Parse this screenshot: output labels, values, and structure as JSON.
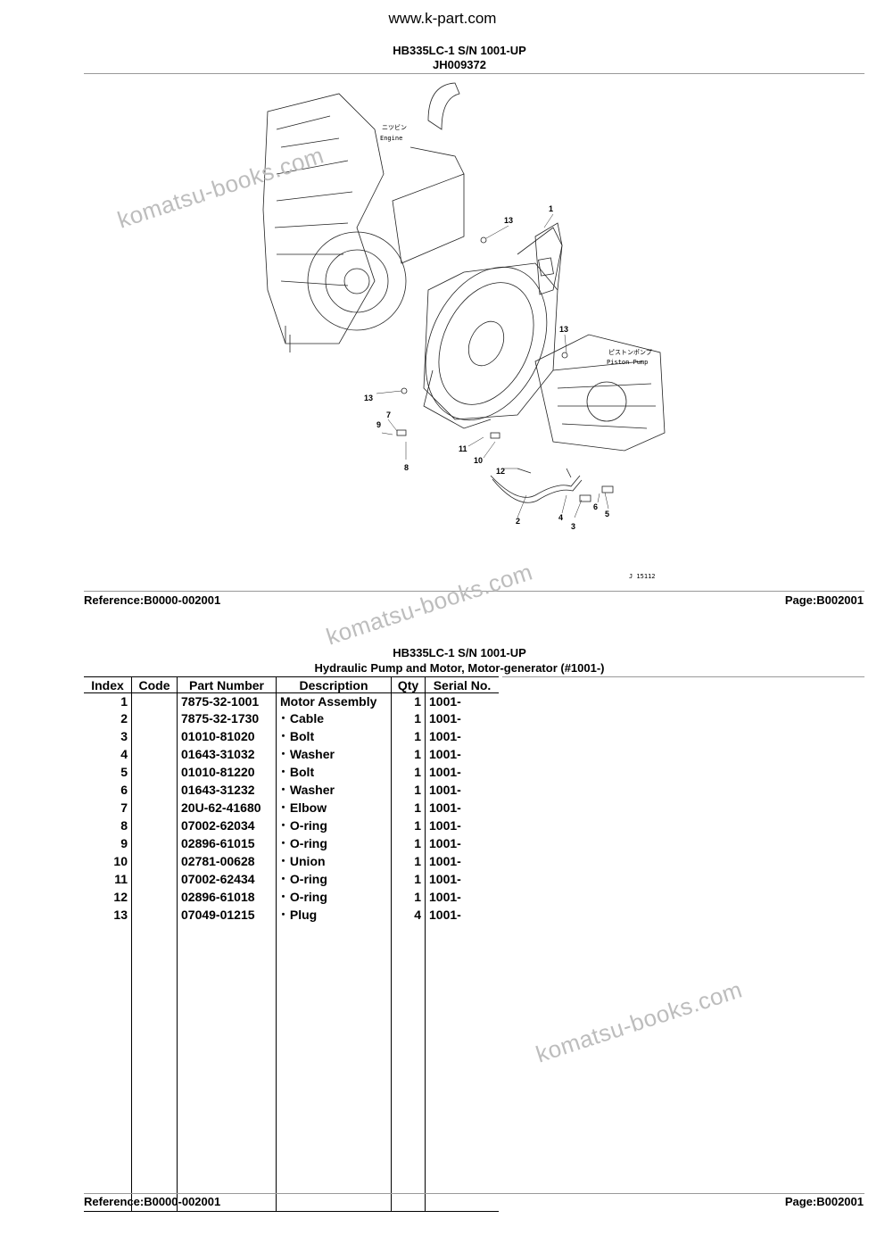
{
  "site": "www.k-part.com",
  "top": {
    "model": "HB335LC-1 S/N 1001-UP",
    "code": "JH009372"
  },
  "diagram": {
    "callouts": [
      "1",
      "13",
      "13",
      "13",
      "7",
      "9",
      "8",
      "11",
      "10",
      "12",
      "2",
      "4",
      "3",
      "6",
      "5"
    ],
    "jp_engine": "ニツビン",
    "label_engine": "Engine",
    "jp_piston": "ピストンポンプ",
    "label_piston": "Piston Pump",
    "figure_code": "J  15112"
  },
  "footer1": {
    "reference": "Reference:B0000-002001",
    "page": "Page:B002001"
  },
  "table_header": {
    "model": "HB335LC-1 S/N 1001-UP",
    "title": "Hydraulic Pump and Motor, Motor-generator (#1001-)"
  },
  "columns": [
    "Index",
    "Code",
    "Part Number",
    "Description",
    "Qty",
    "Serial No."
  ],
  "rows": [
    {
      "index": "1",
      "code": "",
      "pn": "7875-32-1001",
      "desc": "Motor Assembly",
      "qty": "1",
      "sn": "1001-"
    },
    {
      "index": "2",
      "code": "",
      "pn": "7875-32-1730",
      "desc": "･ Cable",
      "qty": "1",
      "sn": "1001-"
    },
    {
      "index": "3",
      "code": "",
      "pn": "01010-81020",
      "desc": "･ Bolt",
      "qty": "1",
      "sn": "1001-"
    },
    {
      "index": "4",
      "code": "",
      "pn": "01643-31032",
      "desc": "･ Washer",
      "qty": "1",
      "sn": "1001-"
    },
    {
      "index": "5",
      "code": "",
      "pn": "01010-81220",
      "desc": "･ Bolt",
      "qty": "1",
      "sn": "1001-"
    },
    {
      "index": "6",
      "code": "",
      "pn": "01643-31232",
      "desc": "･ Washer",
      "qty": "1",
      "sn": "1001-"
    },
    {
      "index": "7",
      "code": "",
      "pn": "20U-62-41680",
      "desc": "･ Elbow",
      "qty": "1",
      "sn": "1001-"
    },
    {
      "index": "8",
      "code": "",
      "pn": "07002-62034",
      "desc": "･ O-ring",
      "qty": "1",
      "sn": "1001-"
    },
    {
      "index": "9",
      "code": "",
      "pn": "02896-61015",
      "desc": "･ O-ring",
      "qty": "1",
      "sn": "1001-"
    },
    {
      "index": "10",
      "code": "",
      "pn": "02781-00628",
      "desc": "･ Union",
      "qty": "1",
      "sn": "1001-"
    },
    {
      "index": "11",
      "code": "",
      "pn": "07002-62434",
      "desc": "･ O-ring",
      "qty": "1",
      "sn": "1001-"
    },
    {
      "index": "12",
      "code": "",
      "pn": "02896-61018",
      "desc": "･ O-ring",
      "qty": "1",
      "sn": "1001-"
    },
    {
      "index": "13",
      "code": "",
      "pn": "07049-01215",
      "desc": "･ Plug",
      "qty": "4",
      "sn": "1001-"
    }
  ],
  "footer2": {
    "reference": "Reference:B0000-002001",
    "page": "Page:B002001"
  },
  "watermarks": [
    "komatsu-books.com",
    "komatsu-books.com",
    "komatsu-books.com"
  ]
}
